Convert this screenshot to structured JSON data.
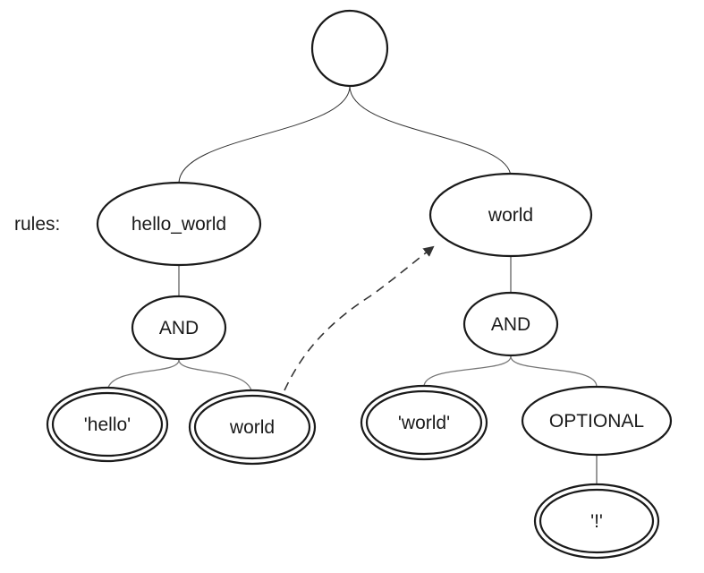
{
  "diagram": {
    "rules_label": "rules:",
    "nodes": {
      "root": "",
      "hello_world": "hello_world",
      "world_rule": "world",
      "and_left": "AND",
      "and_right": "AND",
      "hello_literal": "'hello'",
      "world_ref": "world",
      "world_literal": "'world'",
      "optional": "OPTIONAL",
      "bang_literal": "'!'"
    }
  }
}
